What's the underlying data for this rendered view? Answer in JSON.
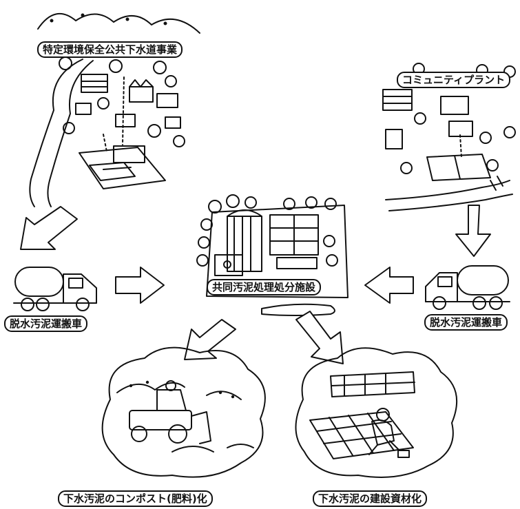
{
  "labels": {
    "tokutei": "特定環境保全公共下水道事業",
    "community": "コミュニティプラント",
    "shared_facility": "共同汚泥処理処分施設",
    "truck_left": "脱水汚泥運搬車",
    "truck_right": "脱水汚泥運搬車",
    "compost": "下水汚泥のコンポスト(肥料)化",
    "construction": "下水汚泥の建設資材化"
  },
  "icons": [
    "mountain",
    "house",
    "tree",
    "factory",
    "river",
    "tank-truck",
    "arrow",
    "bulldozer",
    "worker",
    "paving-tiles"
  ]
}
